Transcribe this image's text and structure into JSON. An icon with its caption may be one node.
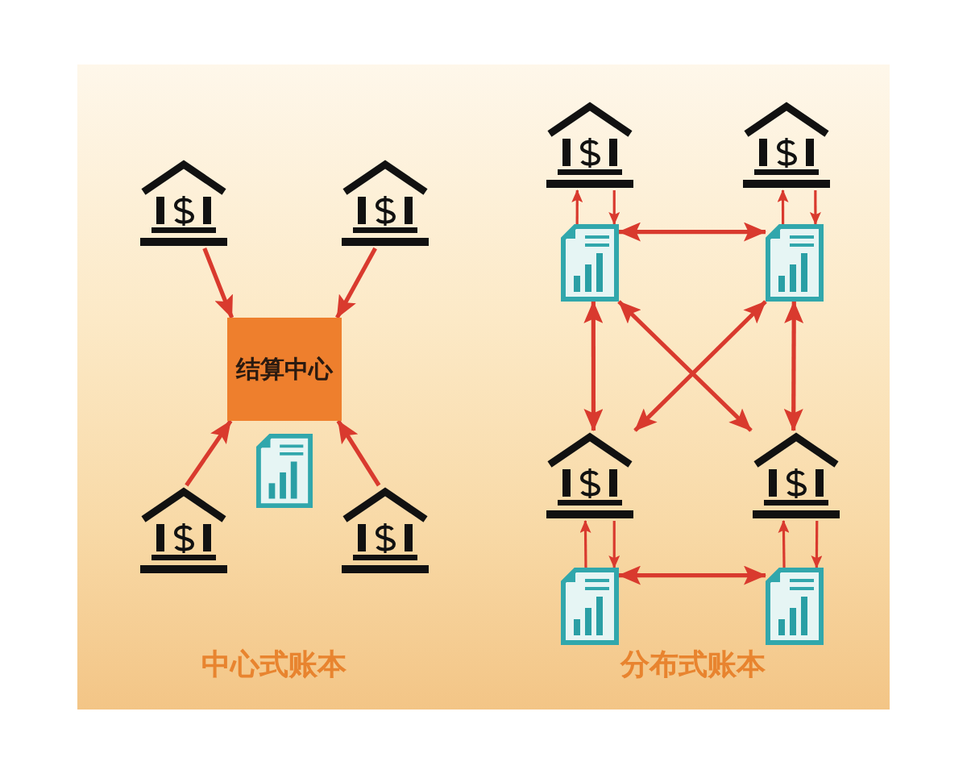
{
  "diagram": {
    "nodes": [
      {
        "text": [],
        "shape": "picture"
      },
      {
        "text": [],
        "shape": "picture"
      },
      {
        "text": [
          "结算中心"
        ]
      },
      {
        "text": [],
        "shape": "picture"
      },
      {
        "text": [],
        "shape": "picture"
      },
      {
        "text": [],
        "shape": "picture"
      },
      {
        "text": [],
        "shape": "picture"
      },
      {
        "text": [],
        "shape": "picture"
      },
      {
        "text": [],
        "shape": "picture"
      },
      {
        "text": [],
        "shape": "picture"
      },
      {
        "text": [],
        "shape": "picture"
      },
      {
        "text": [],
        "shape": "picture"
      },
      {
        "text": [],
        "shape": "picture"
      },
      {
        "text": [],
        "shape": "picture"
      }
    ],
    "edges": [
      {
        "from": 0,
        "to": 2,
        "arrow": "to"
      },
      {
        "from": 1,
        "to": 2,
        "arrow": "to"
      },
      {
        "from": 4,
        "to": 2,
        "arrow": "to"
      },
      {
        "from": 5,
        "to": 2,
        "arrow": "to"
      },
      {
        "from": 8,
        "to": 6,
        "arrow": "to"
      },
      {
        "from": 6,
        "to": 8,
        "arrow": "to"
      },
      {
        "from": 9,
        "to": 7,
        "arrow": "to"
      },
      {
        "from": 7,
        "to": 9,
        "arrow": "to"
      },
      {
        "from": 8,
        "to": 9,
        "arrow": "both"
      },
      {
        "from": 8,
        "to": 10,
        "arrow": "both"
      },
      {
        "from": 8,
        "to": 11,
        "arrow": "both"
      },
      {
        "from": 9,
        "to": 10,
        "arrow": "both"
      },
      {
        "from": 9,
        "to": 11,
        "arrow": "both"
      },
      {
        "from": 12,
        "to": 10,
        "arrow": "to"
      },
      {
        "from": 10,
        "to": 12,
        "arrow": "to"
      },
      {
        "from": 13,
        "to": 11,
        "arrow": "to"
      },
      {
        "from": 11,
        "to": 13,
        "arrow": "to"
      },
      {
        "from": 12,
        "to": 13,
        "arrow": "both"
      }
    ],
    "labels": [
      "中心式账本",
      "分布式账本"
    ]
  }
}
